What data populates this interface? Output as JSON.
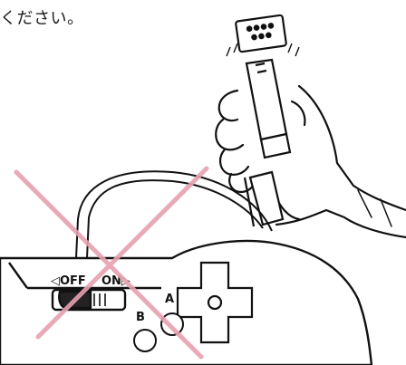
{
  "caption": "ください。",
  "switch": {
    "off_label": "◁OFF",
    "on_label": "ON▷"
  },
  "buttons": {
    "a_label": "A",
    "b_label": "B"
  },
  "cross_color": "#e8a0b0"
}
